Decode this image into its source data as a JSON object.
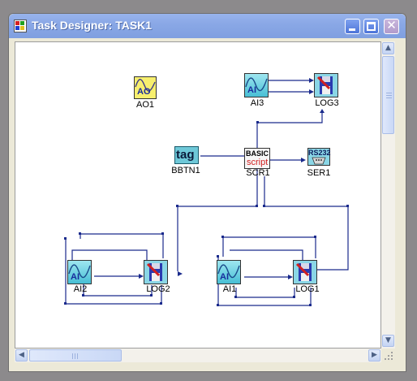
{
  "window": {
    "title": "Task Designer: TASK1"
  },
  "titlebar_buttons": {
    "minimize": "minimize",
    "maximize": "maximize",
    "close": "✕"
  },
  "nodes": {
    "ao1": {
      "label": "AO1",
      "icon_text": "AO"
    },
    "ai3": {
      "label": "AI3",
      "icon_text": "AI"
    },
    "log3": {
      "label": "LOG3"
    },
    "bbtn1": {
      "label": "BBTN1",
      "icon_text": "tag"
    },
    "scr1": {
      "label": "SCR1",
      "icon_text": "BASIC",
      "icon_subtext": "script"
    },
    "ser1": {
      "label": "SER1",
      "icon_text": "RS232"
    },
    "ai2": {
      "label": "AI2",
      "icon_text": "AI"
    },
    "log2": {
      "label": "LOG2"
    },
    "ai1": {
      "label": "AI1",
      "icon_text": "AI"
    },
    "log1": {
      "label": "LOG1"
    }
  },
  "scrollbars": {
    "up": "▲",
    "down": "▼",
    "left": "◀",
    "right": "▶"
  },
  "colors": {
    "titlebar": "#8aa8e6",
    "wire": "#1a2a8c",
    "canvas": "#ffffff"
  }
}
